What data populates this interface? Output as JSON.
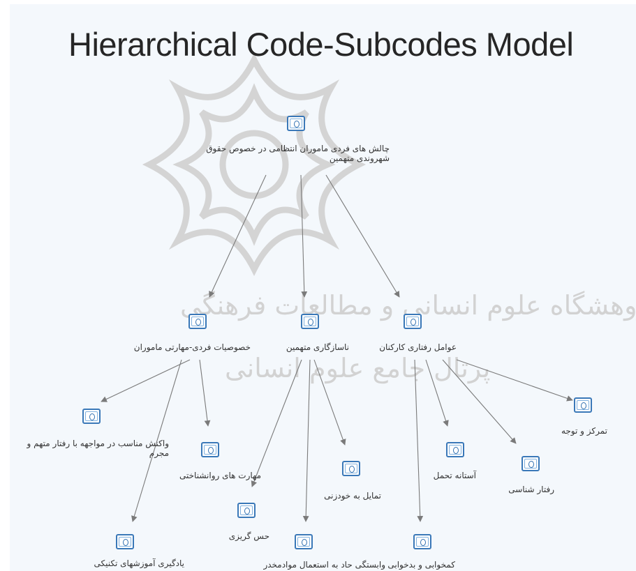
{
  "title": "Hierarchical Code-Subcodes Model",
  "colors": {
    "edge": "#7a7a7a",
    "icon_border": "#3a78b8",
    "background": "#f4f8fc",
    "watermark": "#d2d2d2"
  },
  "watermark": {
    "line1": "پژوهشگاه علوم انسانی و مطالعات فرهنگی",
    "line2": "پرتال جامع علوم انسانی"
  },
  "nodes": {
    "root": {
      "icon": "code-icon",
      "label": "چالش های فردی ماموران انتظامی در خصوص حقوق شهروندی متهمین"
    },
    "individual_skills": {
      "icon": "code-icon",
      "label": "خصوصیات فردی-مهارتی ماموران"
    },
    "suspect_incompatibility": {
      "icon": "code-icon",
      "label": "ناسازگاری متهمین"
    },
    "staff_behavior": {
      "icon": "code-icon",
      "label": "عوامل رفتاری کارکنان"
    },
    "inappropriate_reaction": {
      "icon": "code-icon",
      "label": "واکنش مناسب در مواجهه با رفتار متهم و مجرم"
    },
    "psych_skills": {
      "icon": "code-icon",
      "label": "مهارت های روانشناختی"
    },
    "learning_techniques": {
      "icon": "code-icon",
      "label": "یادگیری آموزشهای تکنیکی"
    },
    "escape_tendency": {
      "icon": "code-icon",
      "label": "حس گریزی"
    },
    "addiction": {
      "icon": "code-icon",
      "label": "وابستگی حاد به استعمال موادمخدر"
    },
    "self_harm": {
      "icon": "code-icon",
      "label": "تمایل به خودزنی"
    },
    "negligence": {
      "icon": "code-icon",
      "label": "کمخوابی و بدخوابی"
    },
    "tolerance": {
      "icon": "code-icon",
      "label": "آستانه تحمل"
    },
    "behavioral_science": {
      "icon": "code-icon",
      "label": "رفتار شناسی"
    },
    "focus": {
      "icon": "code-icon",
      "label": "تمرکز و توجه"
    }
  },
  "edges": [
    [
      "root",
      "individual_skills"
    ],
    [
      "root",
      "suspect_incompatibility"
    ],
    [
      "root",
      "staff_behavior"
    ],
    [
      "individual_skills",
      "inappropriate_reaction"
    ],
    [
      "individual_skills",
      "psych_skills"
    ],
    [
      "individual_skills",
      "learning_techniques"
    ],
    [
      "suspect_incompatibility",
      "escape_tendency"
    ],
    [
      "suspect_incompatibility",
      "addiction"
    ],
    [
      "suspect_incompatibility",
      "self_harm"
    ],
    [
      "staff_behavior",
      "negligence"
    ],
    [
      "staff_behavior",
      "tolerance"
    ],
    [
      "staff_behavior",
      "behavioral_science"
    ],
    [
      "staff_behavior",
      "focus"
    ]
  ]
}
